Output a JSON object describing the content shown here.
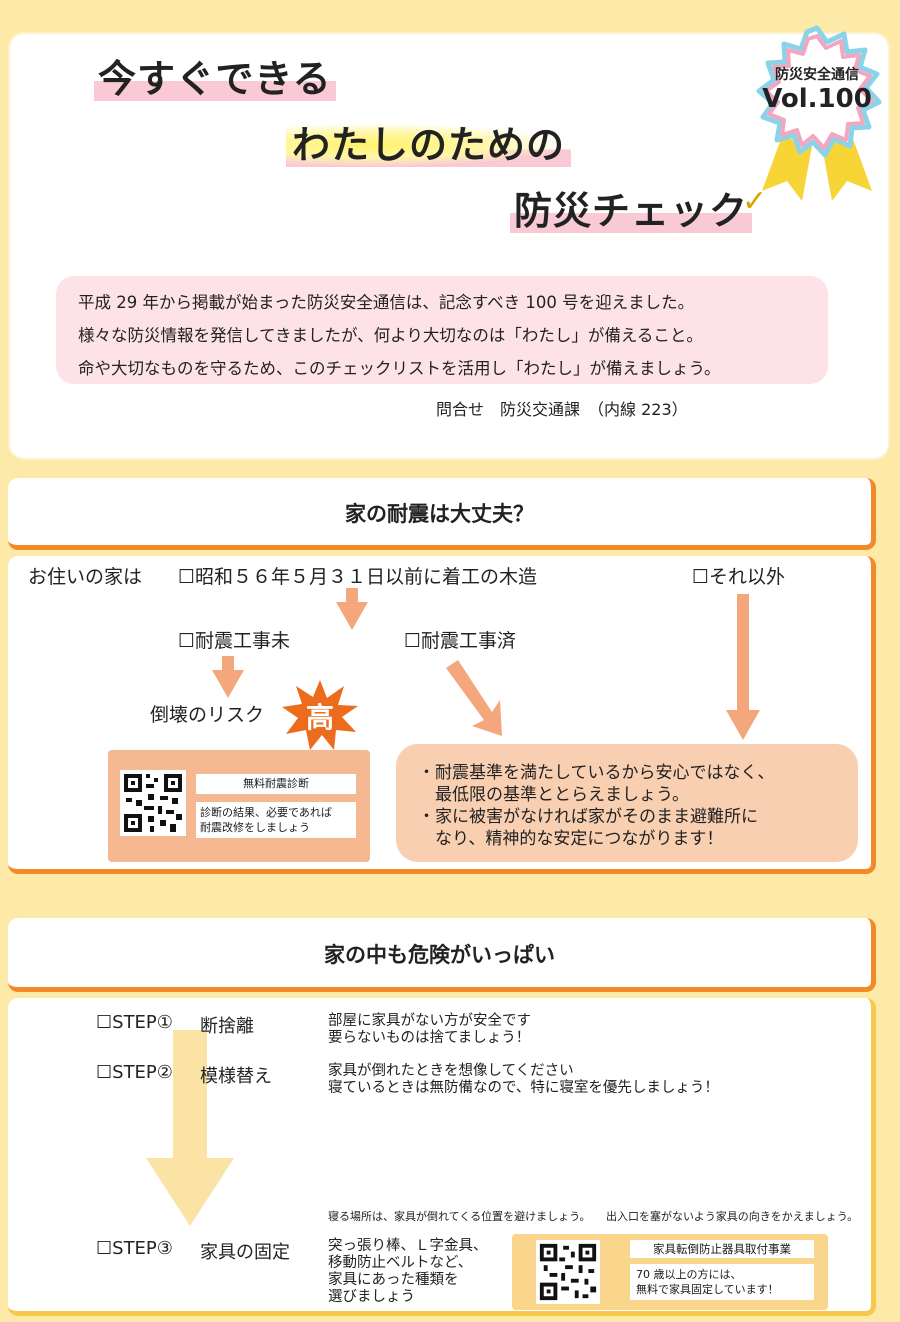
{
  "header": {
    "title_line1": "今すぐできる",
    "title_line2": "わたしのための",
    "title_line3": "防災チェック",
    "check_mark": "✓",
    "badge_label": "防災安全通信",
    "badge_vol": "Vol.100"
  },
  "intro": {
    "lines": [
      "平成 29 年から掲載が始まった防災安全通信は、記念すべき 100 号を迎えました。",
      "様々な防災情報を発信してきましたが、何より大切なのは「わたし」が備えること。",
      "命や大切なものを守るため、このチェックリストを活用し「わたし」が備えましょう。"
    ],
    "contact": "問合せ　防災交通課　（内線 223）"
  },
  "section1": {
    "heading": "家の耐震は大丈夫？",
    "question": "お住いの家は",
    "option_old": "☐昭和５６年５月３１日以前に着工の木造",
    "option_other": "☐それ以外",
    "option_not_done": "☐耐震工事未",
    "option_done": "☐耐震工事済",
    "risk_label": "倒壊のリスク",
    "risk_level": "高",
    "diag_title": "無料耐震診断",
    "diag_desc_1": "診断の結果、必要であれば",
    "diag_desc_2": "耐震改修をしましょう",
    "safety_lines": [
      "・耐震基準を満たしているから安心ではなく、",
      "　最低限の基準ととらえましょう。",
      "・家に被害がなければ家がそのまま避難所に",
      "　なり、精神的な安定につながります！"
    ]
  },
  "section2": {
    "heading": "家の中も危険がいっぱい",
    "steps": [
      {
        "label": "☐STEP①",
        "name": "断捨離",
        "desc": [
          "部屋に家具がない方が安全です",
          "要らないものは捨てましょう！"
        ]
      },
      {
        "label": "☐STEP②",
        "name": "模様替え",
        "desc": [
          "家具が倒れたときを想像してください",
          "寝ているときは無防備なので、特に寝室を優先しましょう！"
        ]
      },
      {
        "label": "☐STEP③",
        "name": "家具の固定",
        "desc": [
          "突っ張り棒、Ｌ字金具、",
          "移動防止ベルトなど、",
          "家具にあった種類を",
          "選びましょう"
        ]
      }
    ],
    "note_left": "寝る場所は、家具が倒れてくる位置を避けましょう。",
    "note_right": "出入口を塞がないよう家具の向きをかえましょう。",
    "furn_title": "家具転倒防止器具取付事業",
    "furn_desc_1": "70 歳以上の方には、",
    "furn_desc_2": "無料で家具固定しています！"
  },
  "colors": {
    "background": "#fdeaa8",
    "accent_orange": "#f28a28",
    "arrow_orange": "#f4a77c",
    "pink_box": "#fde2e8",
    "peach_box": "#f9cfb2",
    "yellow_arrow": "#fbe3a6"
  }
}
